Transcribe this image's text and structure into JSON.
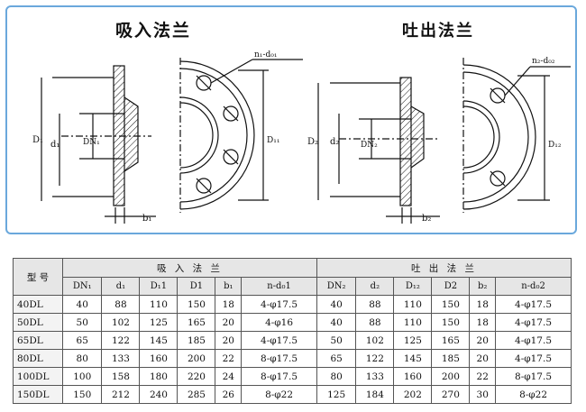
{
  "diagram": {
    "suction_title": "吸入法兰",
    "discharge_title": "吐出法兰",
    "suction_labels": {
      "D1": "D₁",
      "d1": "d₁",
      "DN1": "DN₁",
      "D11": "D₁₁",
      "b1": "b₁",
      "n1d01": "n₁-d₀₁"
    },
    "discharge_labels": {
      "D2": "D₂",
      "d2": "d₂",
      "DN2": "DN₂",
      "D12": "D₁₂",
      "b2": "b₂",
      "n2d02": "n₂-d₀₂"
    }
  },
  "table": {
    "model_header": "型 号",
    "suction_header": "吸 入 法 兰",
    "discharge_header": "吐 出 法 兰",
    "suction_columns": [
      "DN₁",
      "d₁",
      "D₁1",
      "D1",
      "b₁",
      "n-d₀1"
    ],
    "discharge_columns": [
      "DN₂",
      "d₂",
      "D₁₂",
      "D2",
      "b₂",
      "n-d₀2"
    ],
    "rows": [
      [
        "40DL",
        "40",
        "88",
        "110",
        "150",
        "18",
        "4-φ17.5",
        "40",
        "88",
        "110",
        "150",
        "18",
        "4-φ17.5"
      ],
      [
        "50DL",
        "50",
        "102",
        "125",
        "165",
        "20",
        "4-φ16",
        "40",
        "88",
        "110",
        "150",
        "18",
        "4-φ17.5"
      ],
      [
        "65DL",
        "65",
        "122",
        "145",
        "185",
        "20",
        "4-φ17.5",
        "50",
        "102",
        "125",
        "165",
        "20",
        "4-φ17.5"
      ],
      [
        "80DL",
        "80",
        "133",
        "160",
        "200",
        "22",
        "8-φ17.5",
        "65",
        "122",
        "145",
        "185",
        "20",
        "4-φ17.5"
      ],
      [
        "100DL",
        "100",
        "158",
        "180",
        "220",
        "24",
        "8-φ17.5",
        "80",
        "133",
        "160",
        "200",
        "22",
        "8-φ17.5"
      ],
      [
        "150DL",
        "150",
        "212",
        "240",
        "285",
        "26",
        "8-φ22",
        "125",
        "184",
        "202",
        "270",
        "30",
        "8-φ22"
      ]
    ]
  }
}
